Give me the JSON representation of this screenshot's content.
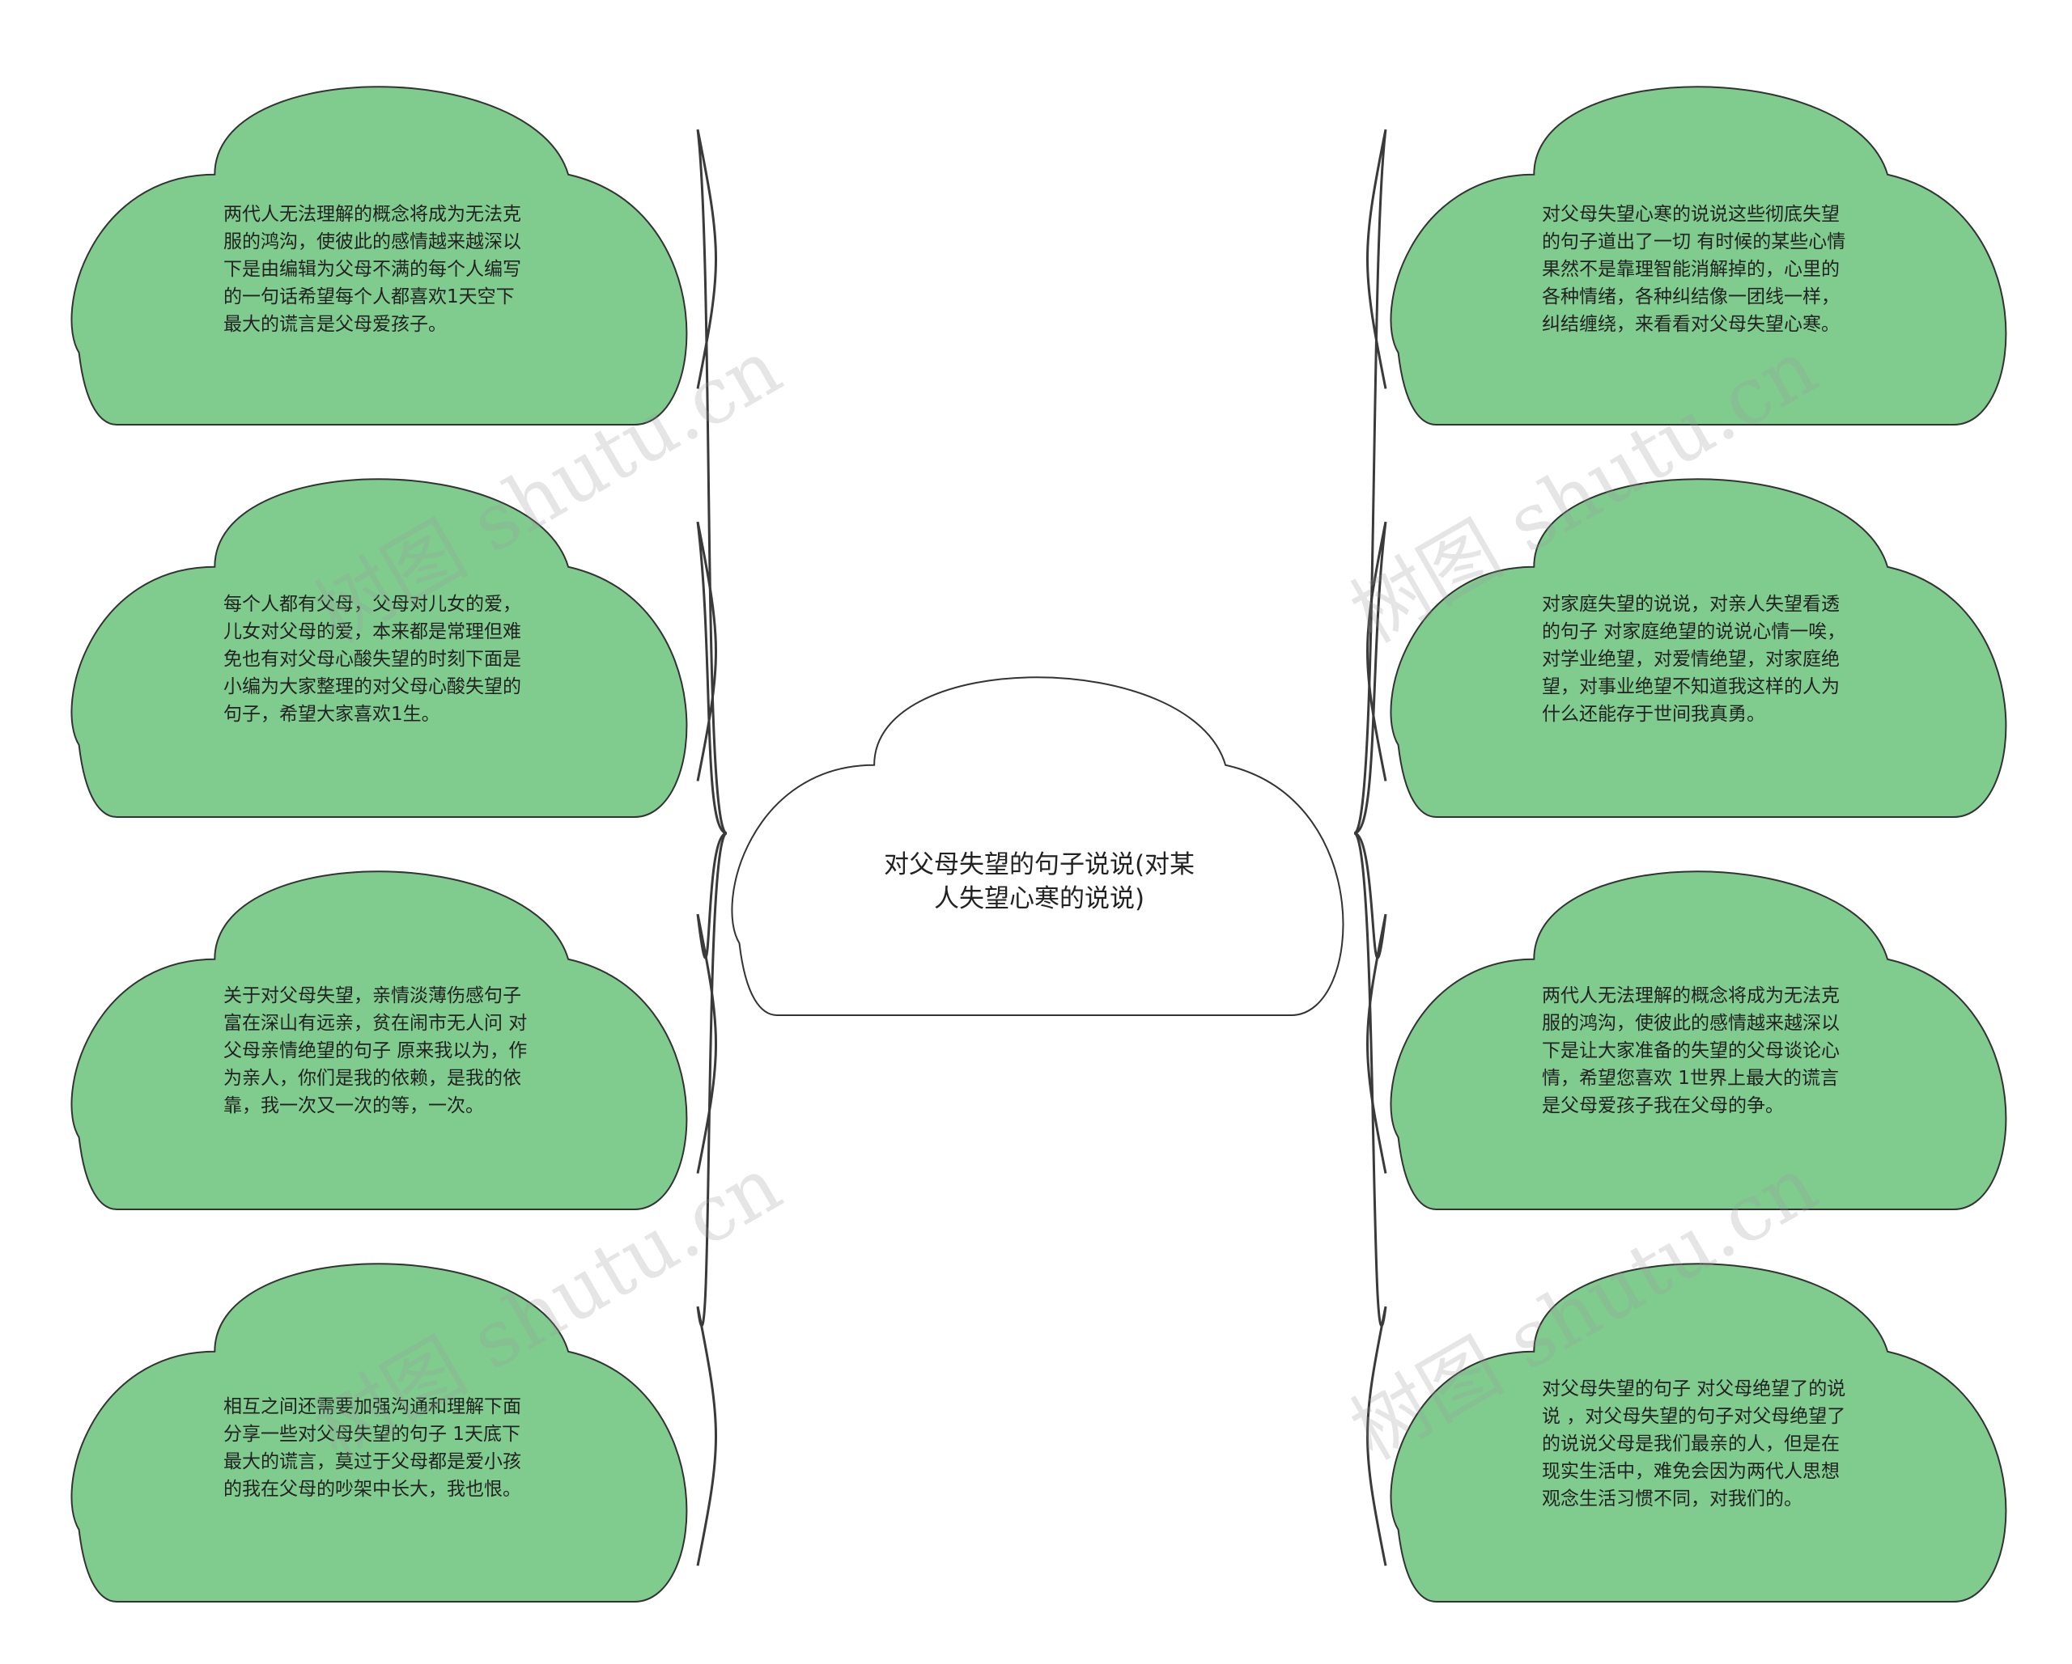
{
  "colors": {
    "leaf_fill": "#80cc8f",
    "center_fill": "#ffffff",
    "stroke": "#333333",
    "connector": "#3a3a3a"
  },
  "center": {
    "text": "对父母失望的句子说说(对某人失望心寒的说说)"
  },
  "left_nodes": [
    {
      "text": "两代人无法理解的概念将成为无法克服的鸿沟，使彼此的感情越来越深以下是由编辑为父母不满的每个人编写的一句话希望每个人都喜欢1天空下最大的谎言是父母爱孩子。"
    },
    {
      "text": "每个人都有父母，父母对儿女的爱，儿女对父母的爱，本来都是常理但难免也有对父母心酸失望的时刻下面是小编为大家整理的对父母心酸失望的句子，希望大家喜欢1生。"
    },
    {
      "text": "关于对父母失望，亲情淡薄伤感句子 富在深山有远亲，贫在闹市无人问 对父母亲情绝望的句子 原来我以为，作为亲人，你们是我的依赖，是我的依靠，我一次又一次的等，一次。"
    },
    {
      "text": "相互之间还需要加强沟通和理解下面分享一些对父母失望的句子 1天底下最大的谎言，莫过于父母都是爱小孩的我在父母的吵架中长大，我也恨。"
    }
  ],
  "right_nodes": [
    {
      "text": "对父母失望心寒的说说这些彻底失望的句子道出了一切 有时候的某些心情果然不是靠理智能消解掉的，心里的各种情绪，各种纠结像一团线一样，纠结缠绕，来看看对父母失望心寒。"
    },
    {
      "text": "对家庭失望的说说，对亲人失望看透的句子 对家庭绝望的说说心情一唉，对学业绝望，对爱情绝望，对家庭绝望，对事业绝望不知道我这样的人为什么还能存于世间我真勇。"
    },
    {
      "text": "两代人无法理解的概念将成为无法克服的鸿沟，使彼此的感情越来越深以下是让大家准备的失望的父母谈论心情，希望您喜欢 1世界上最大的谎言是父母爱孩子我在父母的争。"
    },
    {
      "text": "对父母失望的句子 对父母绝望了的说说 ，对父母失望的句子对父母绝望了的说说父母是我们最亲的人，但是在现实生活中，难免会因为两代人思想观念生活习惯不同，对我们的。"
    }
  ],
  "watermark": {
    "text": "树图 shutu.cn"
  }
}
